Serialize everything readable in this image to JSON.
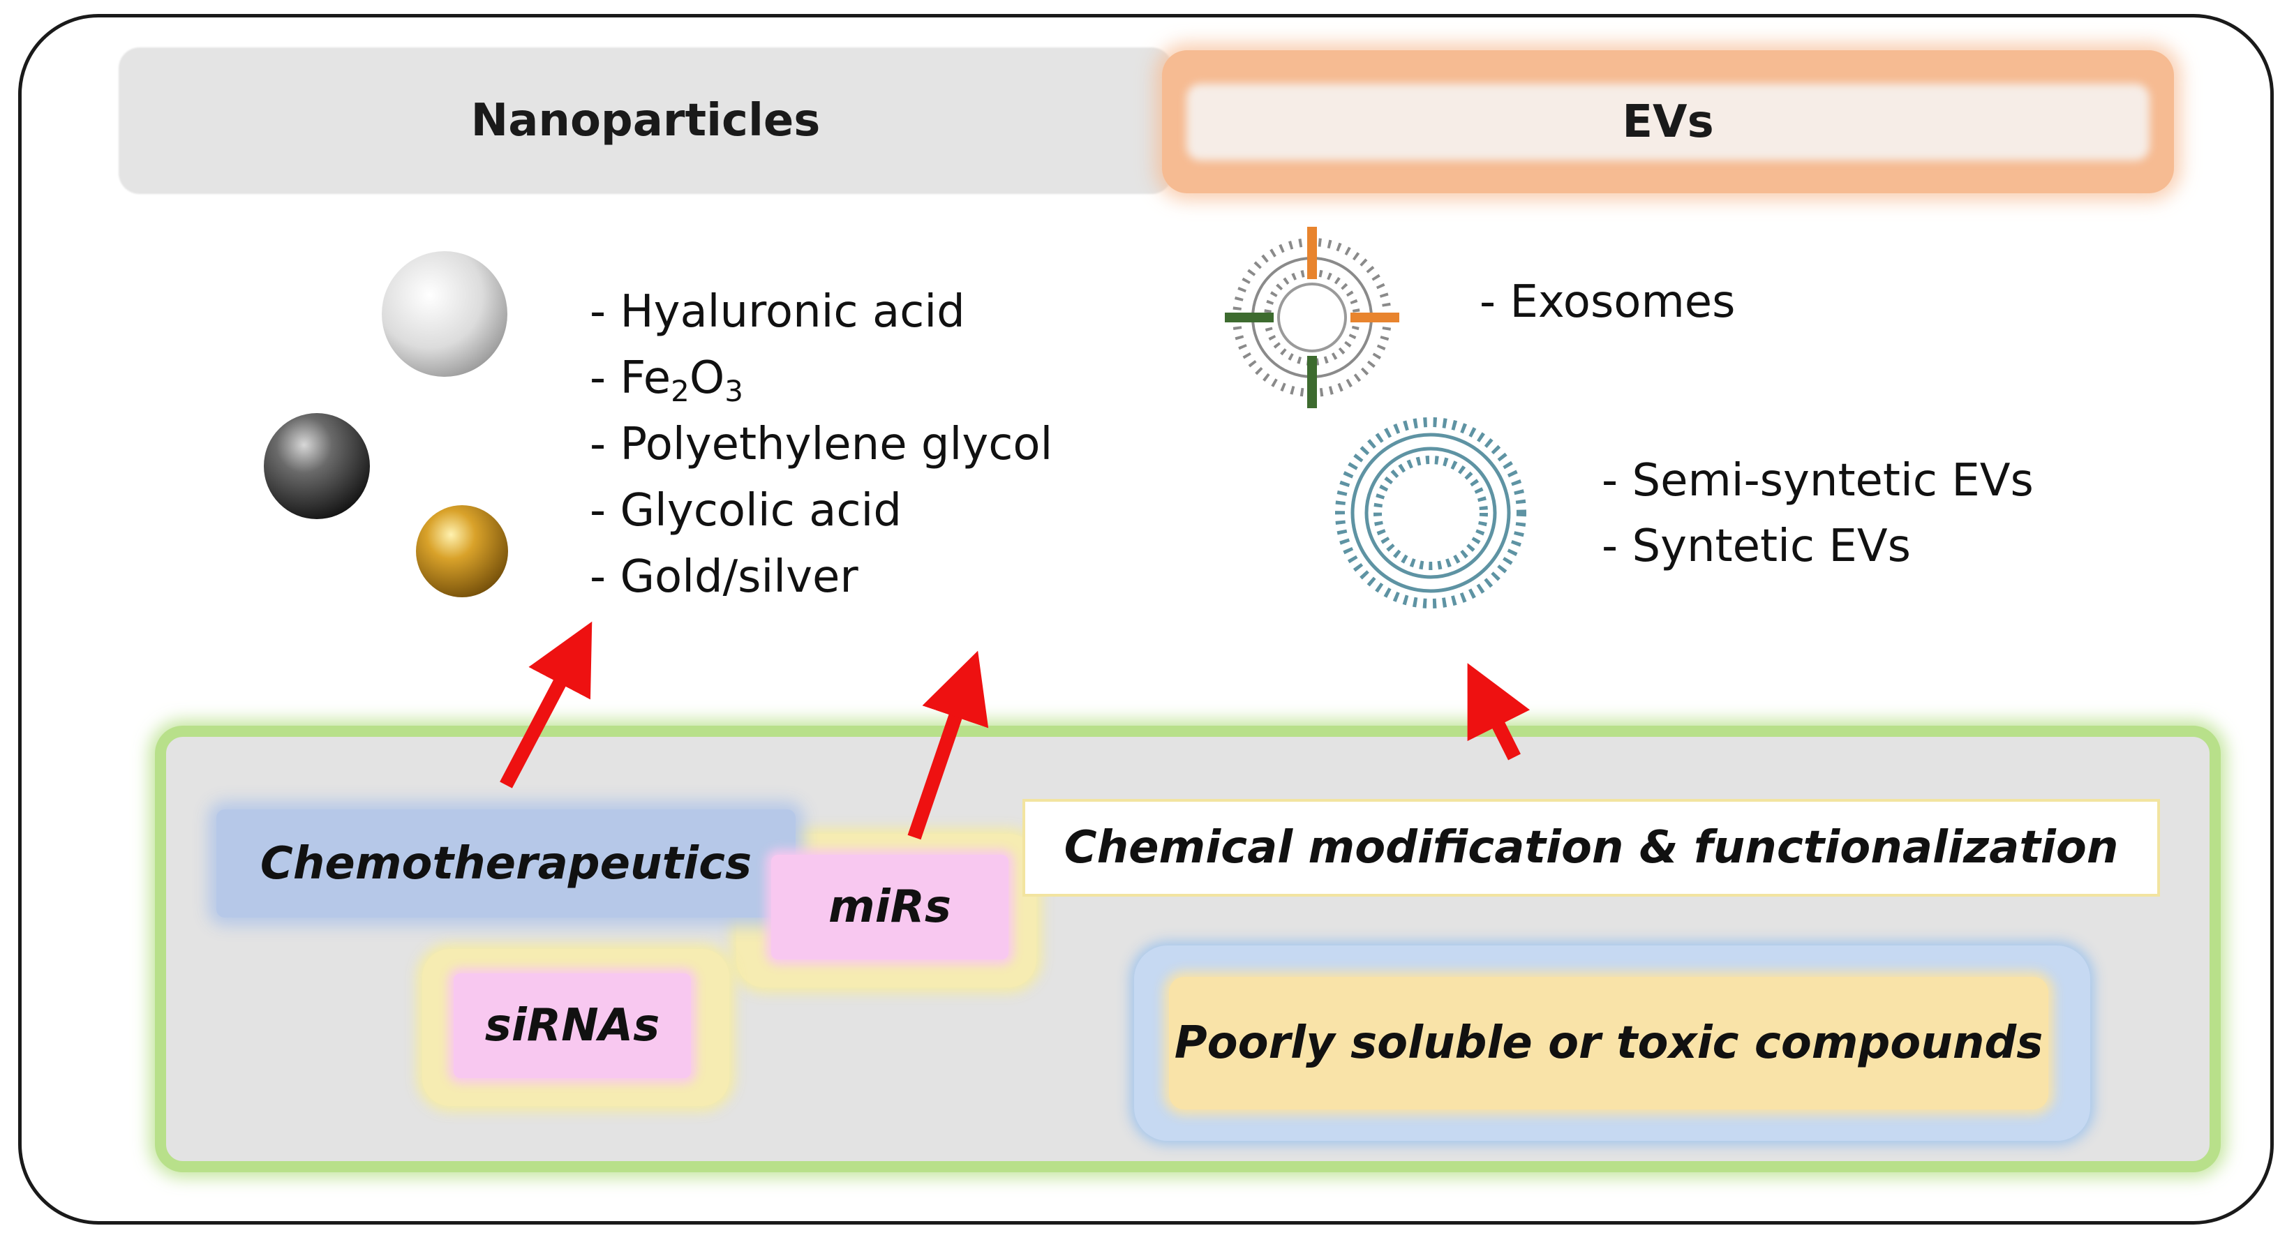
{
  "headers": {
    "nanoparticles": "Nanoparticles",
    "evs": "EVs"
  },
  "nanoparticle_list": [
    "- Hyaluronic acid",
    "- Polyethylene glycol",
    "- Glycolic acid",
    "- Gold/silver"
  ],
  "fe2o3": {
    "prefix": "- Fe",
    "sub1": "2",
    "mid": "O",
    "sub2": "3"
  },
  "ev_list": {
    "exosomes": "- Exosomes",
    "semi": "- Semi-syntetic EVs",
    "synthetic": "- Syntetic EVs"
  },
  "cargo": {
    "chemotherapeutics": "Chemotherapeutics",
    "mirs": "miRs",
    "sirnas": "siRNAs",
    "chemical_modification": "Chemical modification & functionalization",
    "poorly_soluble": "Poorly soluble  or toxic compounds"
  },
  "colors": {
    "arrow": "#ee1111",
    "exosome_marker_orange": "#e8842e",
    "exosome_marker_green": "#3d6b2f",
    "vesicle_teal": "#5e93a3"
  }
}
